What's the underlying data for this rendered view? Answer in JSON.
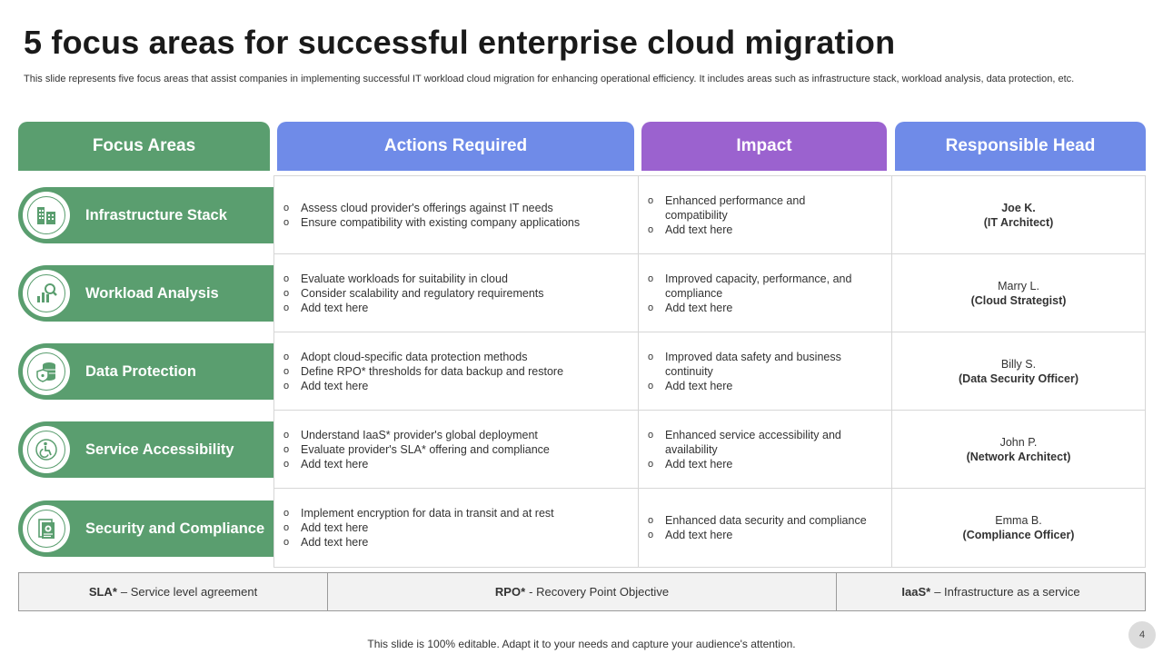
{
  "title": "5 focus areas for successful enterprise cloud migration",
  "subtitle": "This slide represents five focus areas that assist companies in implementing successful IT workload cloud migration for enhancing operational efficiency. It includes areas such as infrastructure stack, workload analysis, data protection, etc.",
  "headers": {
    "focus": "Focus Areas",
    "actions": "Actions Required",
    "impact": "Impact",
    "head": "Responsible Head"
  },
  "colors": {
    "green": "#5a9e6f",
    "blue": "#6f8be8",
    "purple": "#9b62cf"
  },
  "rows": [
    {
      "focus": "Infrastructure Stack",
      "icon": "building-network-icon",
      "actions": [
        "Assess cloud provider's  offerings against IT needs",
        "Ensure compatibility with existing company applications"
      ],
      "impact": [
        "Enhanced performance and compatibility",
        "Add text here"
      ],
      "head_name": "Joe K.",
      "head_role": "(IT Architect)"
    },
    {
      "focus": "Workload Analysis",
      "icon": "chart-magnifier-icon",
      "actions": [
        "Evaluate workloads for suitability in cloud",
        "Consider scalability and regulatory requirements",
        "Add text here"
      ],
      "impact": [
        "Improved capacity, performance, and compliance",
        "Add text here"
      ],
      "head_name": "Marry L.",
      "head_role": "(Cloud Strategist)"
    },
    {
      "focus": "Data Protection",
      "icon": "database-shield-icon",
      "actions": [
        "Adopt cloud-specific data protection methods",
        "Define RPO* thresholds for data backup and restore",
        "Add text here"
      ],
      "impact": [
        "Improved  data safety and business continuity",
        "Add text here"
      ],
      "head_name": "Billy S.",
      "head_role": "(Data Security Officer)"
    },
    {
      "focus": "Service Accessibility",
      "icon": "wheelchair-icon",
      "actions": [
        "Understand IaaS* provider's  global deployment",
        "Evaluate provider's  SLA* offering  and compliance",
        "Add text here"
      ],
      "impact": [
        "Enhanced service accessibility and availability",
        "Add text here"
      ],
      "head_name": "John P.",
      "head_role": "(Network Architect)"
    },
    {
      "focus": "Security and Compliance",
      "icon": "document-badge-icon",
      "actions": [
        "Implement encryption for data in transit and at rest",
        "Add text here",
        "Add text here"
      ],
      "impact": [
        "Enhanced data security and compliance",
        "Add text here"
      ],
      "head_name": "Emma B.",
      "head_role": "(Compliance Officer)"
    }
  ],
  "legend": [
    {
      "abbr": "SLA*",
      "def": "– Service  level agreement"
    },
    {
      "abbr": "RPO*",
      "def": "- Recovery Point Objective"
    },
    {
      "abbr": "IaaS*",
      "def": "– Infrastructure as a service"
    }
  ],
  "footer": "This slide is 100% editable. Adapt it to your needs and capture your audience's attention.",
  "page_number": "4"
}
